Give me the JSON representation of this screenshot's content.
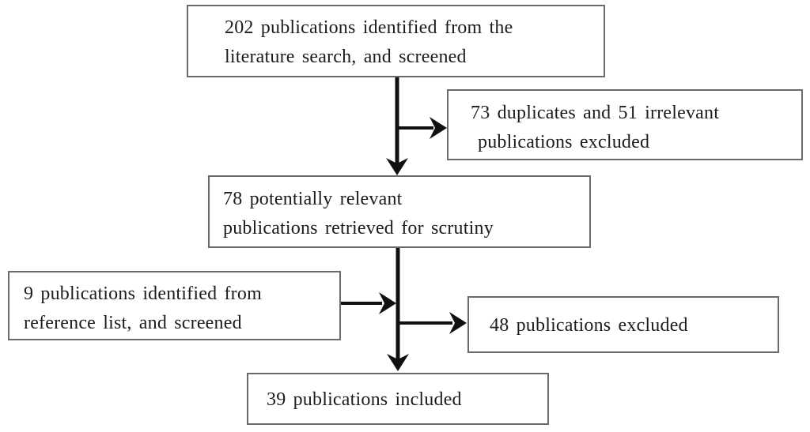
{
  "diagram": {
    "type": "flowchart",
    "colors": {
      "background": "#ffffff",
      "box_border": "#6a6a6a",
      "text": "#1c1c1c",
      "arrow": "#101010"
    },
    "boxes": {
      "identified": {
        "line1": "202 publications identified from the",
        "line2": "literature search, and screened"
      },
      "duplicates": {
        "line1": "73 duplicates and 51 irrelevant",
        "line2": "publications excluded"
      },
      "retrieved": {
        "line1": "78 potentially relevant",
        "line2": "publications retrieved for scrutiny"
      },
      "reference": {
        "line1": "9 publications identified from",
        "line2": "reference list, and screened"
      },
      "excluded": {
        "line1": "48 publications excluded"
      },
      "included": {
        "line1": "39 publications included"
      }
    },
    "edges": [
      {
        "from": "identified",
        "to": "duplicates"
      },
      {
        "from": "identified",
        "to": "retrieved"
      },
      {
        "from": "retrieved",
        "to": "excluded"
      },
      {
        "from": "reference",
        "to": "retrieved-flow"
      },
      {
        "from": "retrieved",
        "to": "included"
      }
    ]
  }
}
